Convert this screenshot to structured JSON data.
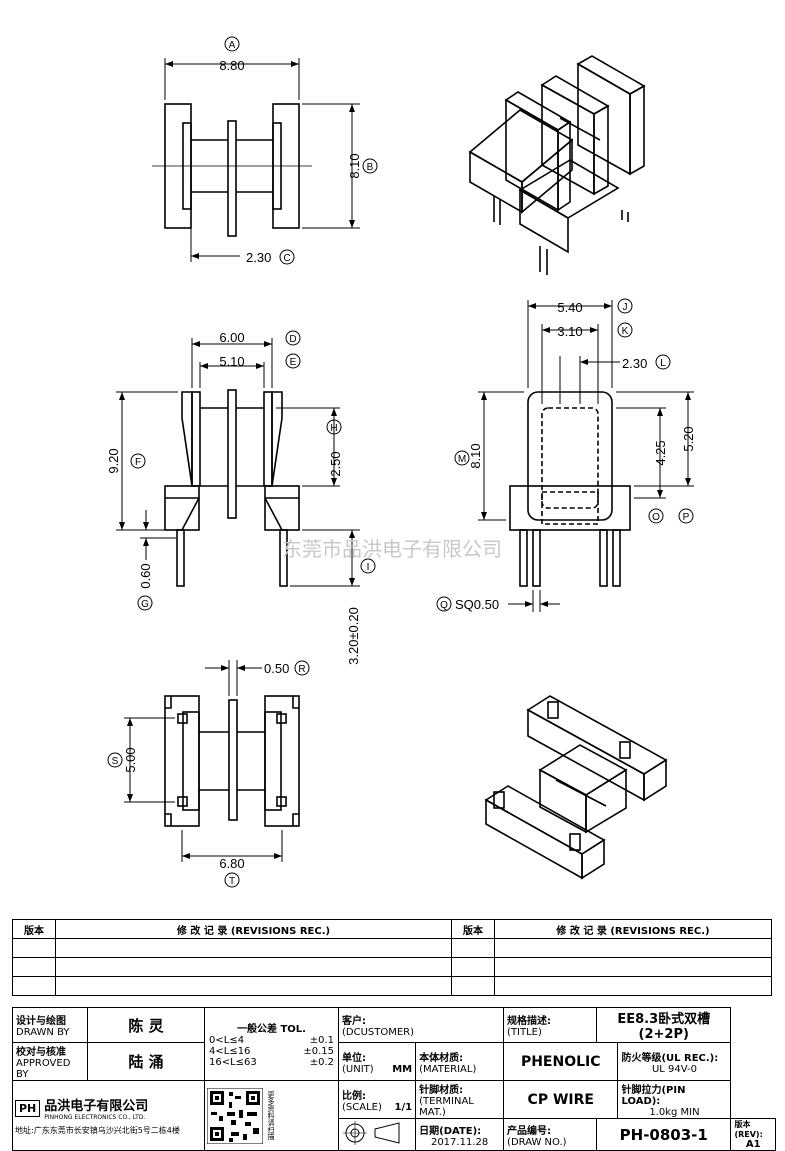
{
  "dims": {
    "top_width": "8.80",
    "top_width_tag": "A",
    "top_height": "8.10",
    "top_height_tag": "B",
    "top_core": "2.30",
    "top_core_tag": "C",
    "side_outer": "6.00",
    "side_outer_tag": "D",
    "side_inner": "5.10",
    "side_inner_tag": "E",
    "side_total_h": "9.20",
    "side_total_h_tag": "F",
    "side_pin_off": "0.60",
    "side_pin_off_tag": "G",
    "side_wind_h": "2.50",
    "side_wind_h_tag": "H",
    "side_pin_len": "3.20±0.20",
    "side_pin_len_tag": "I",
    "front_w1": "5.40",
    "front_w1_tag": "J",
    "front_w2": "3.10",
    "front_w2_tag": "K",
    "front_w3": "2.30",
    "front_w3_tag": "L",
    "front_h": "8.10",
    "front_h_tag": "M",
    "front_h2": "4.25",
    "front_h3": "5.20",
    "front_tag_o": "O",
    "front_tag_p": "P",
    "pin_sq": "SQ0.50",
    "pin_sq_tag": "Q",
    "bot_slot": "0.50",
    "bot_slot_tag": "R",
    "bot_h": "5.00",
    "bot_h_tag": "S",
    "bot_w": "6.80",
    "bot_w_tag": "T"
  },
  "watermark": "东莞市品洪电子有限公司",
  "revisions": {
    "col_ver": "版本",
    "col_rec": "修 改 记 录 (REVISIONS REC.)"
  },
  "title_block": {
    "designed_label_cn": "设计与绘图",
    "designed_label_en": "DRAWN BY",
    "designed_value": "陈 灵",
    "checked_label_cn": "校对与核准",
    "checked_label_en": "APPROVED BY",
    "checked_value": "陆 涌",
    "tol_title": "一般公差 TOL.",
    "tol_rows": [
      {
        "range": "0<L≤4",
        "tol": "±0.1"
      },
      {
        "range": "4<L≤16",
        "tol": "±0.15"
      },
      {
        "range": "16<L≤63",
        "tol": "±0.2"
      }
    ],
    "customer_label": "客户:",
    "customer_en": "(DCUSTOMER)",
    "spec_label_cn": "规格描述:",
    "spec_label_en": "(TITLE)",
    "spec_value": "EE8.3卧式双槽(2+2P)",
    "unit_label_cn": "单位:",
    "unit_label_en": "(UNIT)",
    "unit_value": "MM",
    "material_label_cn": "本体材质:",
    "material_label_en": "(MATERIAL)",
    "material_value": "PHENOLIC",
    "ul_label": "防火等级(UL REC.):",
    "ul_value": "UL 94V-0",
    "scale_label_cn": "比例:",
    "scale_label_en": "(SCALE)",
    "scale_value": "1/1",
    "terminal_label_cn": "针脚材质:",
    "terminal_label_en": "(TERMINAL MAT.)",
    "terminal_value": "CP WIRE",
    "pinload_label": "针脚拉力(PIN LOAD):",
    "pinload_value": "1.0kg MIN",
    "company_cn": "品洪电子有限公司",
    "company_en": "PINHONG ELECTRONICS CO., LTD.",
    "logo_text": "PH",
    "address": "地址:广东东莞市长安镇乌沙兴北街5号二栋4楼",
    "qr_caption": "更多资料请扫描",
    "date_label_cn": "日期(DATE):",
    "date_value": "2017.11.28",
    "drawno_label_cn": "产品编号:",
    "drawno_label_en": "(DRAW NO.)",
    "drawno_value": "PH-0803-1",
    "rev_label": "版本(REV):",
    "rev_value": "A1"
  }
}
